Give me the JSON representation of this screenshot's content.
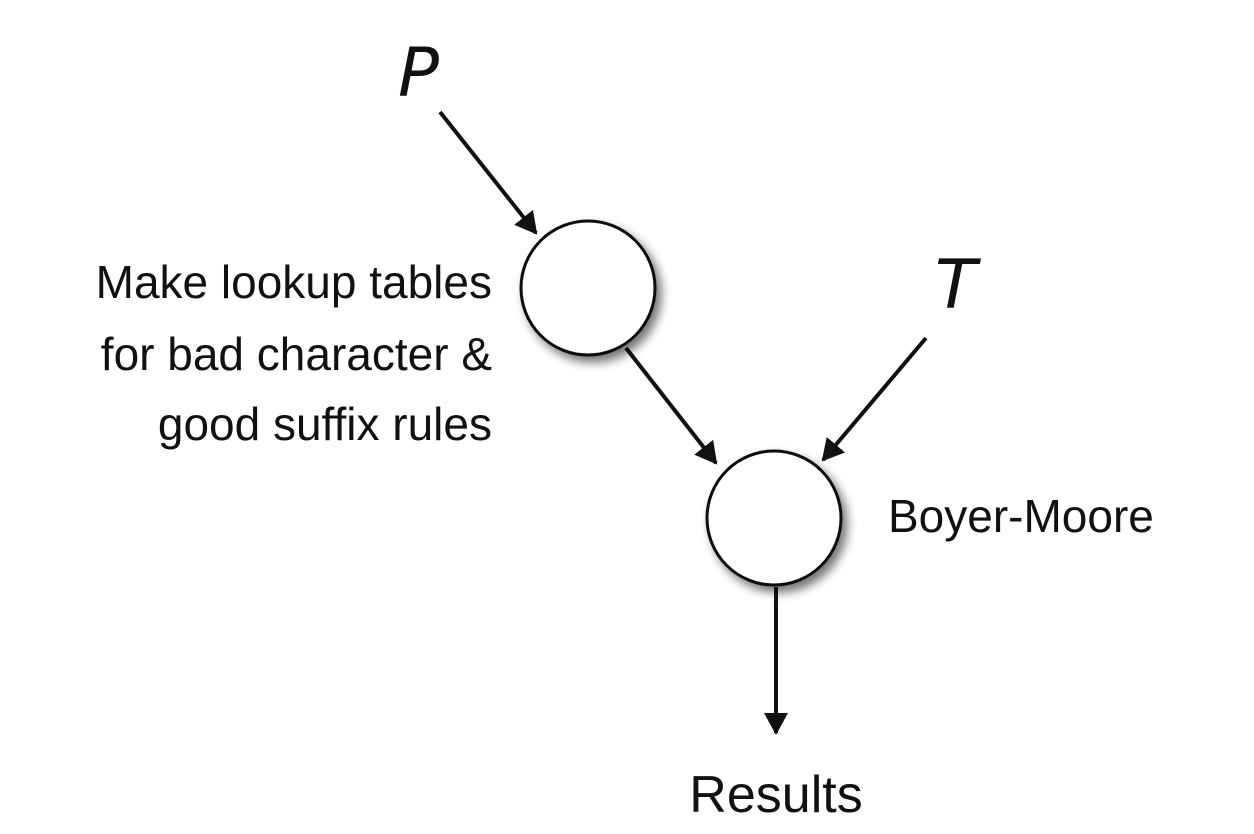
{
  "inputs": {
    "pattern_symbol": "P",
    "text_symbol": "T"
  },
  "preprocess": {
    "lines": [
      "Make lookup tables",
      "for bad character &",
      "good suffix rules"
    ]
  },
  "algorithm": {
    "label": "Boyer-Moore"
  },
  "output": {
    "label": "Results"
  }
}
